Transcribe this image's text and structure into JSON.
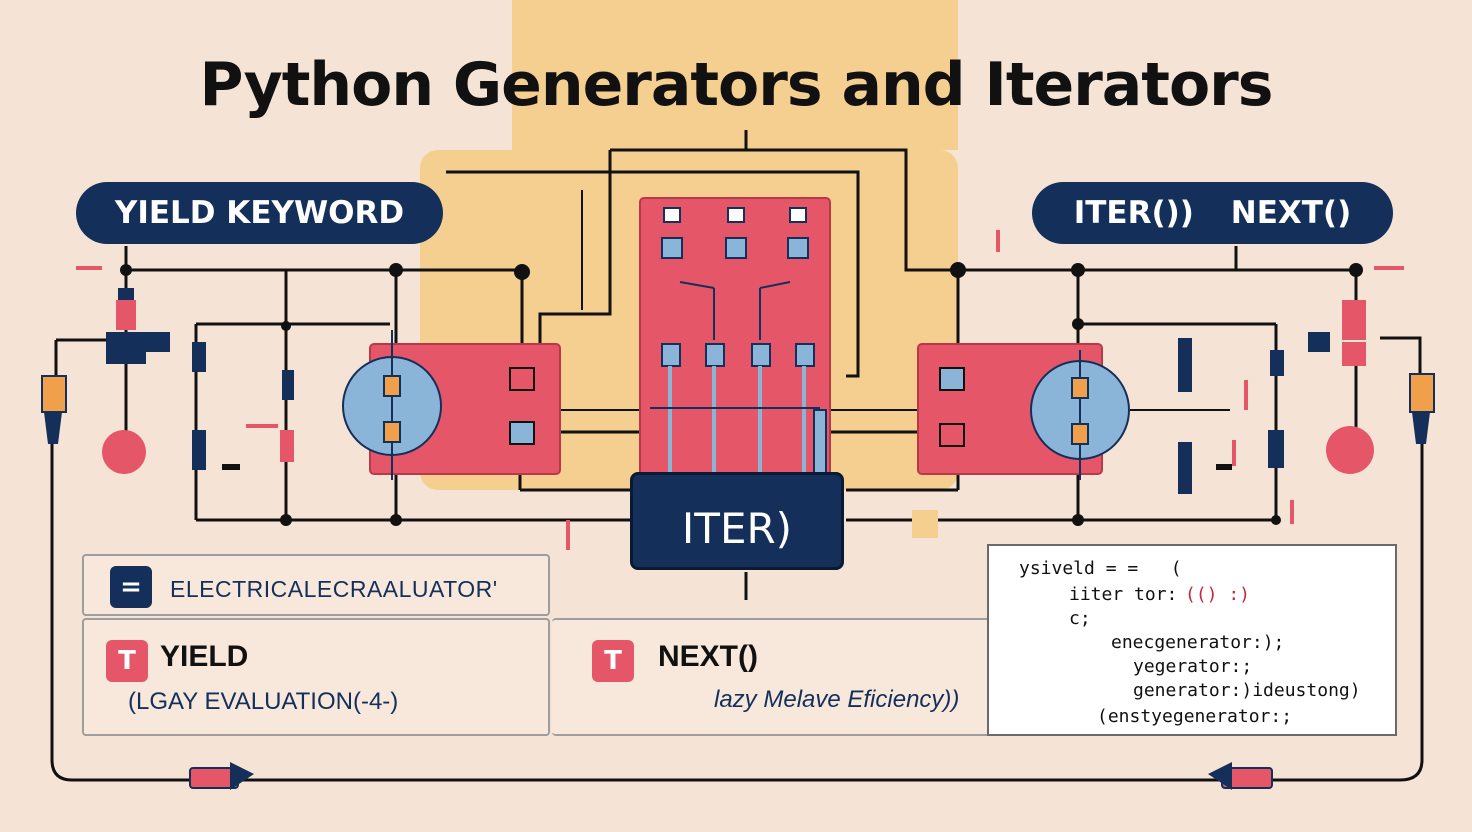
{
  "title": "Python Generators and Iterators",
  "pills": {
    "left": "YIELD KEYWORD",
    "right": "ITER()) NEXT()"
  },
  "center_box": "ITER)",
  "cards": {
    "eval": {
      "badge": "=",
      "label": "ELECTRICALECRAALUATOR'"
    },
    "yield": {
      "badge": "T",
      "title": "YIELD",
      "subtitle": "(LGAY EVALUATION(-4-)"
    },
    "next": {
      "badge": "T",
      "title": "NEXT()",
      "subtitle": "lazy Melave Eficiency))"
    }
  },
  "code": {
    "lines": [
      "ysiveld = =   (",
      "iiter tor:",
      "(() :)",
      "c;",
      "enecgenerator:);",
      "yegerator:;",
      "generator:)ideustong)",
      "(enstyegenerator:;"
    ]
  },
  "colors": {
    "navy": "#142f5a",
    "red": "#e55668",
    "blue": "#8ab4d8",
    "yellow_band": "#f4cf8f",
    "orange": "#f0a04b",
    "background": "#f5e4d6"
  }
}
